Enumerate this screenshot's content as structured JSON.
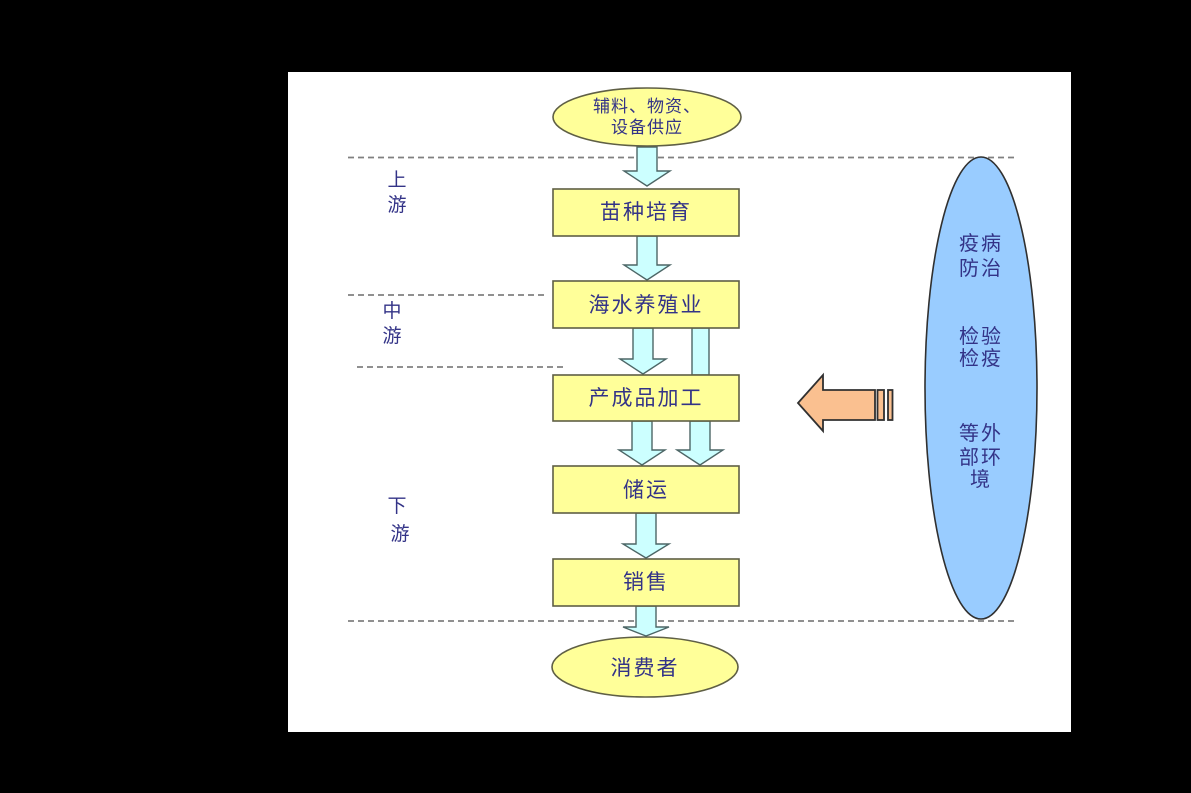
{
  "colors": {
    "background": "#000000",
    "panel": "#FFFFFF",
    "node_fill": "#FFFF99",
    "node_border": "#5F5F45",
    "arrow_fill": "#CCFFFF",
    "arrow_border": "#4D6666",
    "env_fill": "#99CCFF",
    "env_border": "#303030",
    "callout_fill": "#FAC090",
    "callout_border": "#303030",
    "text": "#333387",
    "dashed_line": "#808080"
  },
  "supply": {
    "line1": "辅料、物资、",
    "line2": "设备供应"
  },
  "stages": {
    "seedling": "苗种培育",
    "aquaculture": "海水养殖业",
    "processing": "产成品加工",
    "storage": "储运",
    "sales": "销售"
  },
  "consumer": "消费者",
  "sections": {
    "upstream": {
      "char1": "上",
      "char2": "游"
    },
    "midstream": {
      "char1": "中",
      "char2": "游"
    },
    "downstream": {
      "char1": "下",
      "char2": "游"
    }
  },
  "environment": {
    "line1": "疫病",
    "line2": "防治",
    "line3": "检验",
    "line4": "检疫",
    "line5": "等外",
    "line6": "部环",
    "line7": "境"
  }
}
